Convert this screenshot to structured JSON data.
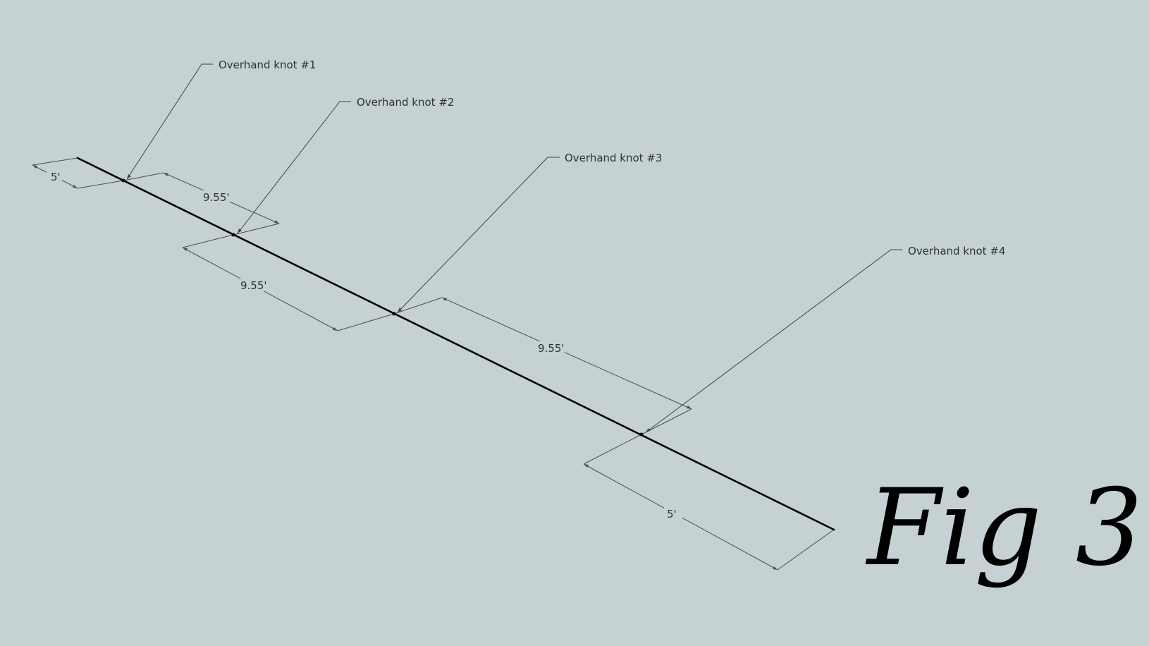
{
  "callouts": [
    {
      "label": "Overhand knot #1"
    },
    {
      "label": "Overhand knot #2"
    },
    {
      "label": "Overhand knot #3"
    },
    {
      "label": "Overhand knot #4"
    }
  ],
  "dimensions": [
    {
      "label": "5'"
    },
    {
      "label": "9.55'"
    },
    {
      "label": "9.55'"
    },
    {
      "label": "9.55'"
    },
    {
      "label": "5'"
    }
  ],
  "figure_label": "Fig 3.",
  "colors": {
    "background": "#c5d1d2",
    "rope": "#000000",
    "annotation": "#3f4447"
  }
}
